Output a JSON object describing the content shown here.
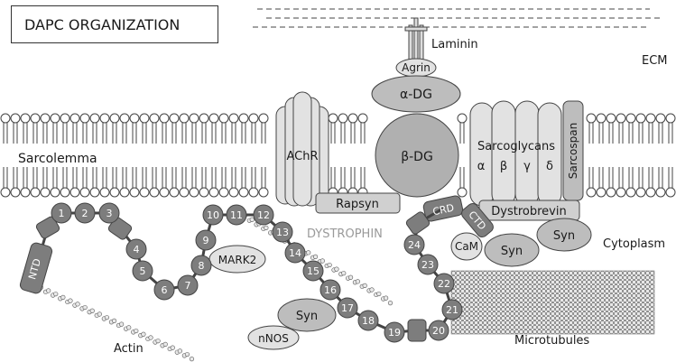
{
  "title": "DAPC ORGANIZATION",
  "labels": {
    "laminin": "Laminin",
    "agrin": "Agrin",
    "ecm": "ECM",
    "alpha_dg": "α-DG",
    "beta_dg": "β-DG",
    "achr": "AChR",
    "sarcolemma": "Sarcolemma",
    "sarcoglycans": "Sarcoglycans",
    "sg_alpha": "α",
    "sg_beta": "β",
    "sg_gamma": "γ",
    "sg_delta": "δ",
    "sarcospan": "Sarcospan",
    "rapsyn": "Rapsyn",
    "crd": "CRD",
    "ctd": "CTD",
    "dystrobrevin": "Dystrobrevin",
    "dystrophin": "DYSTROPHIN",
    "cam": "CaM",
    "syn": "Syn",
    "cytoplasm": "Cytoplasm",
    "mark2": "MARK2",
    "ntd": "NTD",
    "nnos": "nNOS",
    "actin": "Actin",
    "microtubules": "Microtubules"
  },
  "repeats": [
    "1",
    "2",
    "3",
    "4",
    "5",
    "6",
    "7",
    "8",
    "9",
    "10",
    "11",
    "12",
    "13",
    "14",
    "15",
    "16",
    "17",
    "18",
    "19",
    "20",
    "21",
    "22",
    "23",
    "24"
  ],
  "colors": {
    "dark_gray": "#7d7d7d",
    "mid_gray": "#bdbdbd",
    "light_gray": "#e2e2e2",
    "dystrophin_label": "#9a9a9a"
  }
}
